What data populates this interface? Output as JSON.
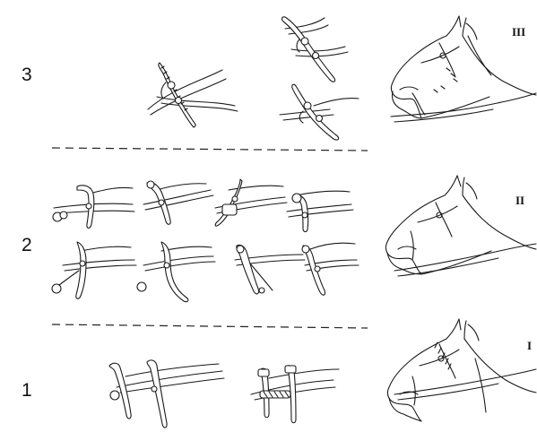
{
  "rows": [
    {
      "number": "3",
      "roman": "III"
    },
    {
      "number": "2",
      "roman": "II"
    },
    {
      "number": "1",
      "roman": "I"
    }
  ],
  "colors": {
    "ink": "#1a1a1a",
    "background": "#ffffff"
  }
}
